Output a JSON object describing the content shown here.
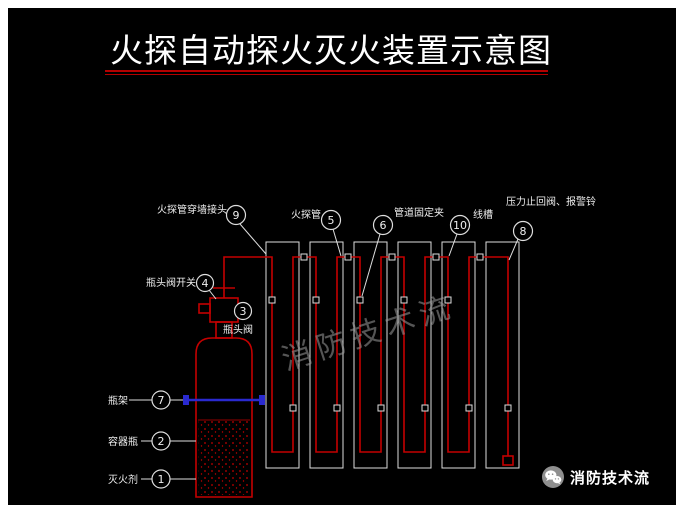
{
  "page": {
    "title": "火探自动探火灭火装置示意图"
  },
  "watermark": "消防技术流",
  "footer": {
    "brand": "消防技术流"
  },
  "labels": {
    "wall_connector": "火探管穿墙接头",
    "detect_tube": "火探管",
    "pipe_clamp": "管道固定夹",
    "wire_duct": "线槽",
    "check_valve": "压力止回阀、报警铃",
    "valve_switch": "瓶头阀开关",
    "bottle_valve": "瓶头阀",
    "bottle_rack": "瓶架",
    "container": "容器瓶",
    "agent": "灭火剂"
  },
  "callouts": {
    "c9": "9",
    "c5": "5",
    "c6": "6",
    "c10": "10",
    "c8": "8",
    "c4": "4",
    "c3": "3",
    "c7": "7",
    "c2": "2",
    "c1": "1"
  },
  "colors": {
    "background": "#000000",
    "frame": "#ffffff",
    "pipe_red": "#c40000",
    "bracket_blue": "#2a2ad0",
    "underline_red": "#b40000",
    "watermark_gray": "#969696",
    "wechat_gray": "#8f8f8f"
  }
}
